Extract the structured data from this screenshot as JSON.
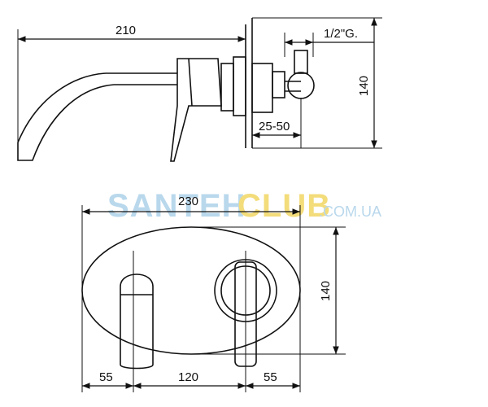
{
  "side_view": {
    "dim_spout_length": "210",
    "dim_thread": "1/2\"G.",
    "dim_wall_depth": "25-50",
    "dim_height": "140"
  },
  "front_view": {
    "dim_plate_width": "230",
    "dim_axis_spacing": "120",
    "dim_left_offset": "55",
    "dim_right_offset": "55",
    "dim_plate_height": "140"
  },
  "watermark": {
    "brand_part1": "SANTEH",
    "brand_part2": "CLUB",
    "domain": ".COM.UA",
    "color_part1": "#b9d8ec",
    "color_part2": "#f3dc7a"
  }
}
